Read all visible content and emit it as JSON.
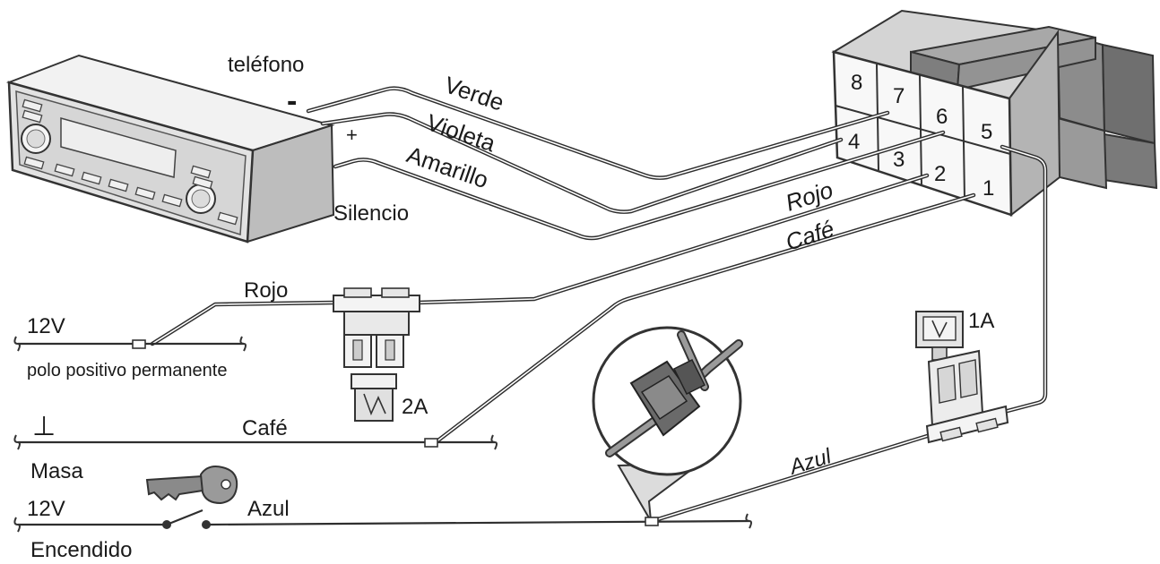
{
  "radio_labels": {
    "phone": "teléfono",
    "minus": "-",
    "plus": "+",
    "mute": "Silencio"
  },
  "wires": {
    "verde": "Verde",
    "violeta": "Violeta",
    "amarillo": "Amarillo",
    "rojo_top": "Rojo",
    "cafe_top": "Café",
    "rojo": "Rojo",
    "cafe": "Café",
    "azul": "Azul",
    "azul_right": "Azul"
  },
  "connector_pins": [
    "8",
    "7",
    "4",
    "6",
    "3",
    "2",
    "5",
    "1"
  ],
  "fuses": {
    "left": "2A",
    "right": "1A"
  },
  "supply": {
    "v12_top": "12V",
    "permanent": "polo positivo permanente",
    "ground_symbol": "⊥",
    "ground": "Masa",
    "v12_bottom": "12V",
    "ignition": "Encendido"
  },
  "colors": {
    "wire": "#2e2e2e",
    "device_light": "#eeeeee",
    "device_mid": "#d0d0d0",
    "device_dark": "#888888"
  }
}
